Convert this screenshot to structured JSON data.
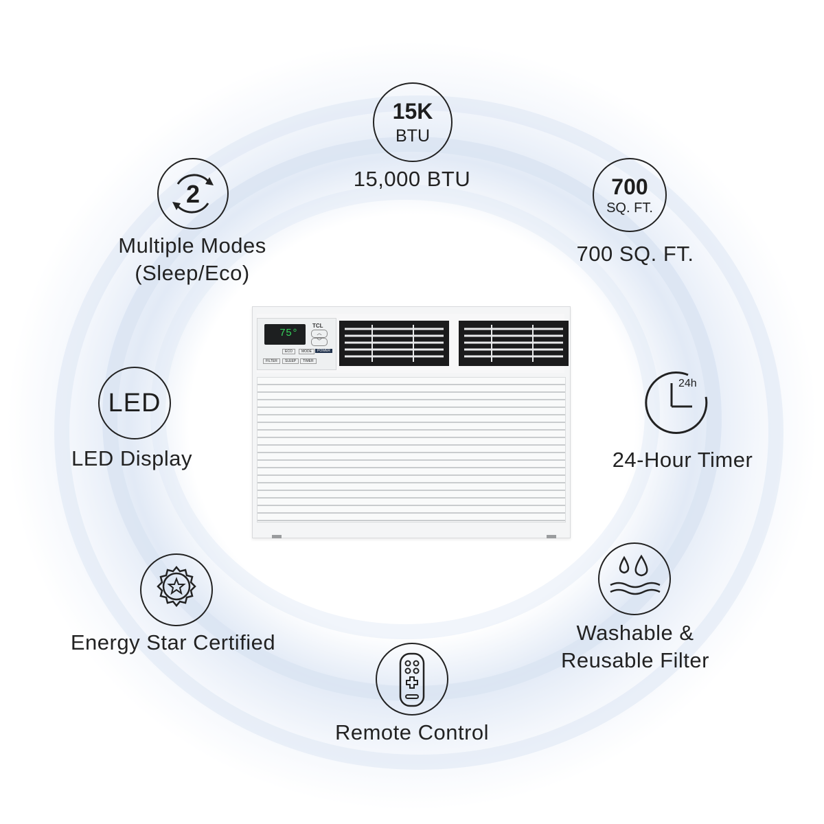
{
  "badges": {
    "btu": {
      "top": "15K",
      "bottom": "BTU"
    },
    "area": {
      "top": "700",
      "bottom": "SQ. FT."
    },
    "led": {
      "text": "LED"
    },
    "modes": {
      "text": "2"
    },
    "timer": {
      "text": "24h"
    }
  },
  "features": {
    "btu": "15,000 BTU",
    "area": "700 SQ. FT.",
    "modes_line1": "Multiple Modes",
    "modes_line2": "(Sleep/Eco)",
    "led": "LED Display",
    "timer": "24-Hour Timer",
    "energy": "Energy Star Certified",
    "filter_line1": "Washable &",
    "filter_line2": "Reusable Filter",
    "remote": "Remote Control"
  },
  "unit_panel": {
    "brand": "TCL",
    "temp": "75°",
    "buttons": [
      "FILTER",
      "SLEEP",
      "TIMER",
      "ECO",
      "MODE",
      "POWER"
    ]
  },
  "icons": {
    "btu": "btu-badge-icon",
    "area": "area-badge-icon",
    "modes": "cycle-modes-icon",
    "led": "led-icon",
    "timer": "clock-24h-icon",
    "energy": "star-seal-icon",
    "filter": "water-drops-icon",
    "remote": "remote-control-icon"
  },
  "colors": {
    "swirl": "#dfe8f5",
    "display": "#2ecc55",
    "outline": "#222222"
  }
}
